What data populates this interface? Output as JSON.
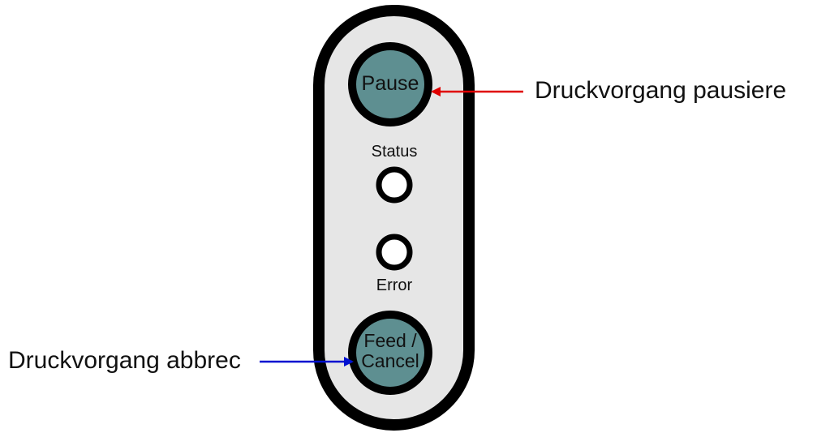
{
  "callouts": {
    "pause_desc": "Druckvorgang  pausiere",
    "cancel_desc": "Druckvorgang  abbrec"
  },
  "panel": {
    "pause_button": "Pause",
    "status_label": "Status",
    "error_label": "Error",
    "feed_line1": "Feed /",
    "feed_line2": "Cancel"
  },
  "colors": {
    "button_fill": "#5e8f91",
    "panel_fill": "#e6e6e6",
    "outline": "#000000",
    "pause_arrow": "#e00000",
    "cancel_arrow": "#0010d0"
  }
}
